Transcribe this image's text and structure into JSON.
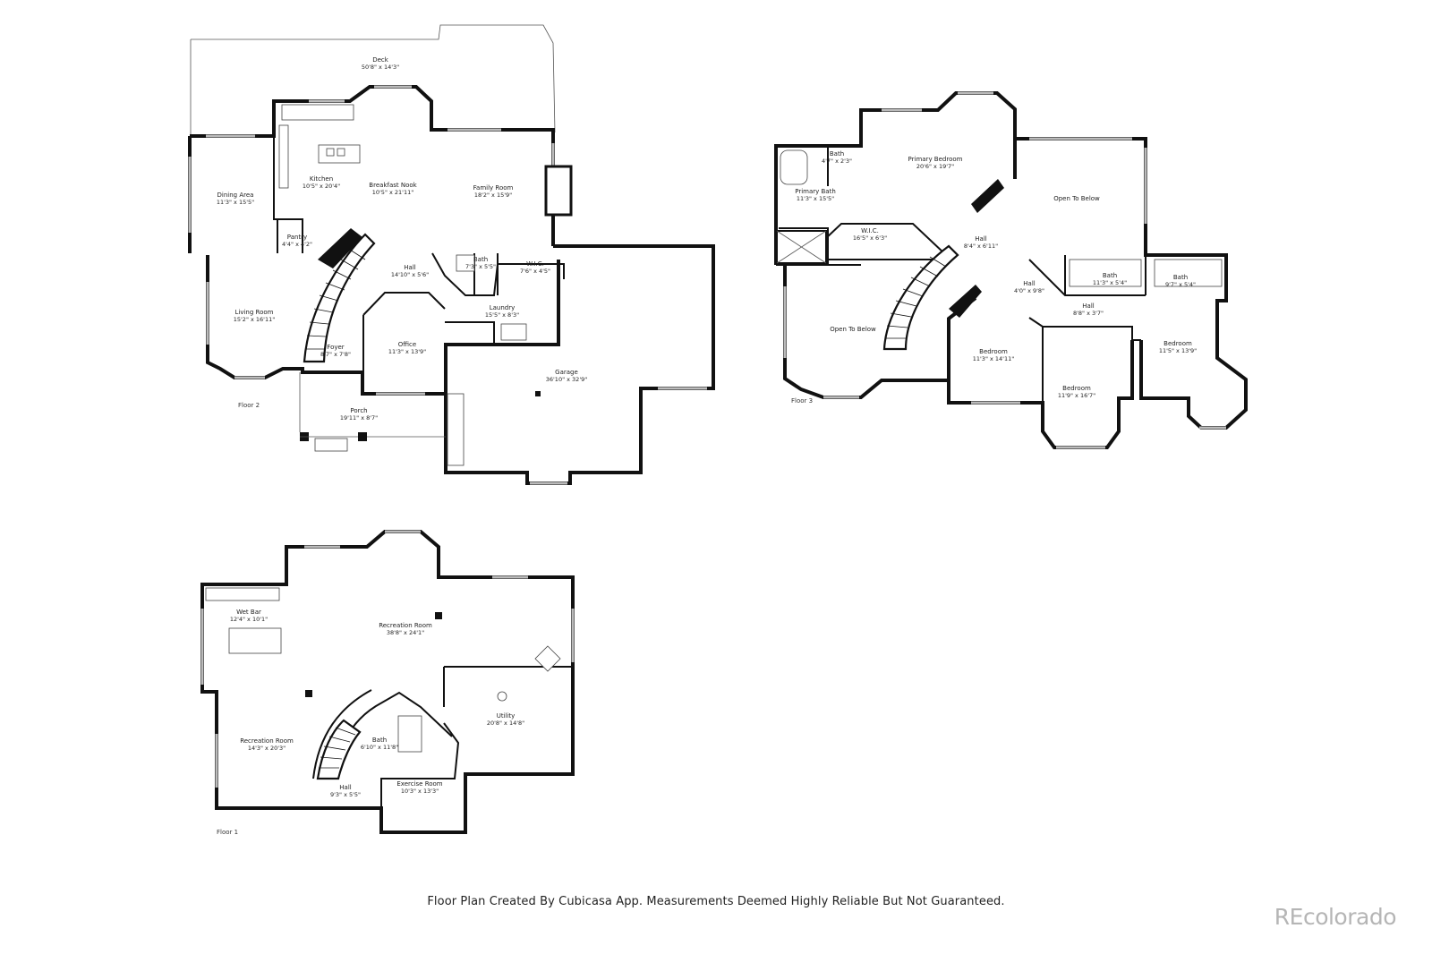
{
  "floors": [
    {
      "label": "Floor 2",
      "rooms": [
        {
          "name": "Deck",
          "dims": "50'8\" x 14'3\""
        },
        {
          "name": "Kitchen",
          "dims": "10'5\" x 20'4\""
        },
        {
          "name": "Breakfast Nook",
          "dims": "10'5\" x 21'11\""
        },
        {
          "name": "Family Room",
          "dims": "18'2\" x 15'9\""
        },
        {
          "name": "Dining Area",
          "dims": "11'3\" x 15'5\""
        },
        {
          "name": "Pantry",
          "dims": "4'4\" x 4'2\""
        },
        {
          "name": "Hall",
          "dims": "14'10\" x 5'6\""
        },
        {
          "name": "Bath",
          "dims": "7'3\" x 5'5\""
        },
        {
          "name": "W.I.C.",
          "dims": "7'6\" x 4'5\""
        },
        {
          "name": "Living Room",
          "dims": "15'2\" x 16'11\""
        },
        {
          "name": "Laundry",
          "dims": "15'5\" x 8'3\""
        },
        {
          "name": "Office",
          "dims": "11'3\" x 13'9\""
        },
        {
          "name": "Foyer",
          "dims": "8'7\" x 7'8\""
        },
        {
          "name": "Garage",
          "dims": "36'10\" x 32'9\""
        },
        {
          "name": "Porch",
          "dims": "19'11\" x 8'7\""
        }
      ]
    },
    {
      "label": "Floor 3",
      "rooms": [
        {
          "name": "Bath",
          "dims": "4'7\" x 2'3\""
        },
        {
          "name": "Primary Bedroom",
          "dims": "20'6\" x 19'7\""
        },
        {
          "name": "Primary Bath",
          "dims": "11'3\" x 15'5\""
        },
        {
          "name": "Open To Below",
          "dims": ""
        },
        {
          "name": "W.I.C.",
          "dims": "16'5\" x 6'3\""
        },
        {
          "name": "Hall",
          "dims": "8'4\" x 6'11\""
        },
        {
          "name": "Bath",
          "dims": "11'3\" x 5'4\""
        },
        {
          "name": "Bath",
          "dims": "9'7\" x 5'4\""
        },
        {
          "name": "Hall",
          "dims": "4'0\" x 9'8\""
        },
        {
          "name": "Hall",
          "dims": "8'8\" x 3'7\""
        },
        {
          "name": "Open To Below",
          "dims": ""
        },
        {
          "name": "Bedroom",
          "dims": "11'3\" x 14'11\""
        },
        {
          "name": "Bedroom",
          "dims": "11'5\" x 13'9\""
        },
        {
          "name": "Bedroom",
          "dims": "11'9\" x 16'7\""
        }
      ]
    },
    {
      "label": "Floor 1",
      "rooms": [
        {
          "name": "Wet Bar",
          "dims": "12'4\" x 10'1\""
        },
        {
          "name": "Recreation Room",
          "dims": "38'8\" x 24'1\""
        },
        {
          "name": "Utility",
          "dims": "20'8\" x 14'8\""
        },
        {
          "name": "Recreation Room",
          "dims": "14'3\" x 20'3\""
        },
        {
          "name": "Bath",
          "dims": "6'10\" x 11'8\""
        },
        {
          "name": "Hall",
          "dims": "9'3\" x 5'5\""
        },
        {
          "name": "Exercise Room",
          "dims": "10'3\" x 13'3\""
        }
      ]
    }
  ],
  "footer": "Floor Plan Created By Cubicasa App. Measurements Deemed Highly Reliable But Not Guaranteed.",
  "brand": "REcolorado",
  "colors": {
    "walls": "#111111",
    "background": "#ffffff",
    "brand": "#b5b5b5"
  }
}
